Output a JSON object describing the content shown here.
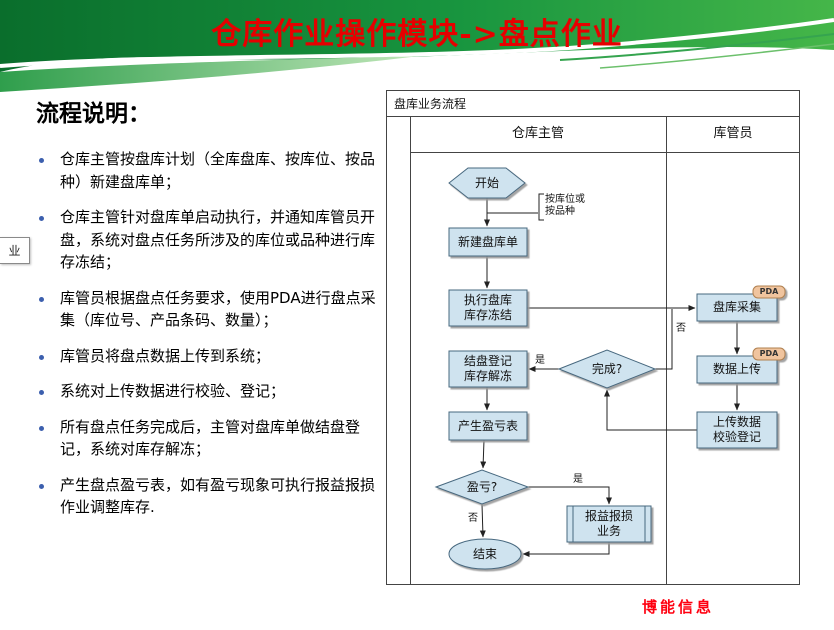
{
  "slide": {
    "title": "仓库作业操作模块->盘点作业",
    "footer": "博能信息",
    "side_tab": "业"
  },
  "description": {
    "heading": "流程说明：",
    "bullets": [
      "仓库主管按盘库计划（全库盘库、按库位、按品种）新建盘库单；",
      "仓库主管针对盘库单启动执行，并通知库管员开盘，系统对盘点任务所涉及的库位或品种进行库存冻结；",
      "库管员根据盘点任务要求，使用PDA进行盘点采集（库位号、产品条码、数量）；",
      "库管员将盘点数据上传到系统；",
      "系统对上传数据进行校验、登记；",
      "所有盘点任务完成后，主管对盘库单做结盘登记，系统对库存解冻；",
      "产生盘点盈亏表，如有盈亏现象可执行报益报损作业调整库存."
    ]
  },
  "flowchart": {
    "panel_title": "盘库业务流程",
    "lanes": [
      "仓库主管",
      "库管员"
    ],
    "nodes": {
      "start": "开始",
      "create_order": "新建盘库单",
      "execute_freeze": "执行盘库\n库存冻结",
      "close_unfreeze": "结盘登记\n库存解冻",
      "complete_q": "完成?",
      "pl_table": "产生盈亏表",
      "pl_q": "盈亏?",
      "gain_loss": "报益报损\n业务",
      "end": "结束",
      "collect": "盘库采集",
      "upload": "数据上传",
      "verify": "上传数据\n校验登记"
    },
    "labels": {
      "yes": "是",
      "no": "否",
      "pda": "PDA",
      "annotation": "按库位或\n按品种"
    },
    "colors": {
      "node_fill": "#cfe3ef",
      "node_border": "#47687f",
      "pda_fill": "#f0c49e",
      "title_red": "#e60000"
    }
  }
}
